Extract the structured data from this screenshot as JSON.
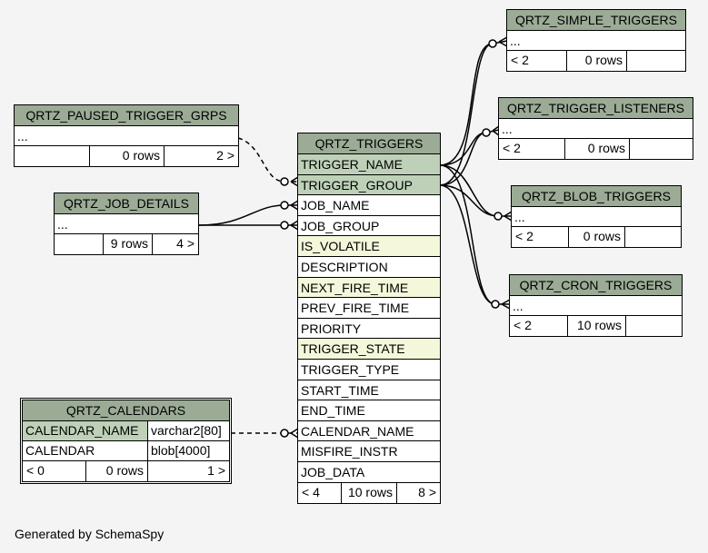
{
  "footer_text": "Generated by SchemaSpy",
  "colors": {
    "header": "#9bab96",
    "pk": "#bed1b8",
    "indexed": "#f4f7da",
    "background": "#f4f4f4"
  },
  "triggers": {
    "title": "QRTZ_TRIGGERS",
    "columns": [
      "TRIGGER_NAME",
      "TRIGGER_GROUP",
      "JOB_NAME",
      "JOB_GROUP",
      "IS_VOLATILE",
      "DESCRIPTION",
      "NEXT_FIRE_TIME",
      "PREV_FIRE_TIME",
      "PRIORITY",
      "TRIGGER_STATE",
      "TRIGGER_TYPE",
      "START_TIME",
      "END_TIME",
      "CALENDAR_NAME",
      "MISFIRE_INSTR",
      "JOB_DATA"
    ],
    "parents": "< 4",
    "rows": "10 rows",
    "children": "8 >"
  },
  "simple": {
    "title": "QRTZ_SIMPLE_TRIGGERS",
    "ellipsis": "...",
    "parents": "< 2",
    "rows": "0 rows",
    "children": ""
  },
  "listeners": {
    "title": "QRTZ_TRIGGER_LISTENERS",
    "ellipsis": "...",
    "parents": "< 2",
    "rows": "0 rows",
    "children": ""
  },
  "blob": {
    "title": "QRTZ_BLOB_TRIGGERS",
    "ellipsis": "...",
    "parents": "< 2",
    "rows": "0 rows",
    "children": ""
  },
  "cron": {
    "title": "QRTZ_CRON_TRIGGERS",
    "ellipsis": "...",
    "parents": "< 2",
    "rows": "10 rows",
    "children": ""
  },
  "paused": {
    "title": "QRTZ_PAUSED_TRIGGER_GRPS",
    "ellipsis": "...",
    "parents": "",
    "rows": "0 rows",
    "children": "2 >"
  },
  "jobs": {
    "title": "QRTZ_JOB_DETAILS",
    "ellipsis": "...",
    "parents": "",
    "rows": "9 rows",
    "children": "4 >"
  },
  "calendars": {
    "title": "QRTZ_CALENDARS",
    "col1_name": "CALENDAR_NAME",
    "col1_type": "varchar2[80]",
    "col2_name": "CALENDAR",
    "col2_type": "blob[4000]",
    "parents": "< 0",
    "rows": "0 rows",
    "children": "1 >"
  }
}
